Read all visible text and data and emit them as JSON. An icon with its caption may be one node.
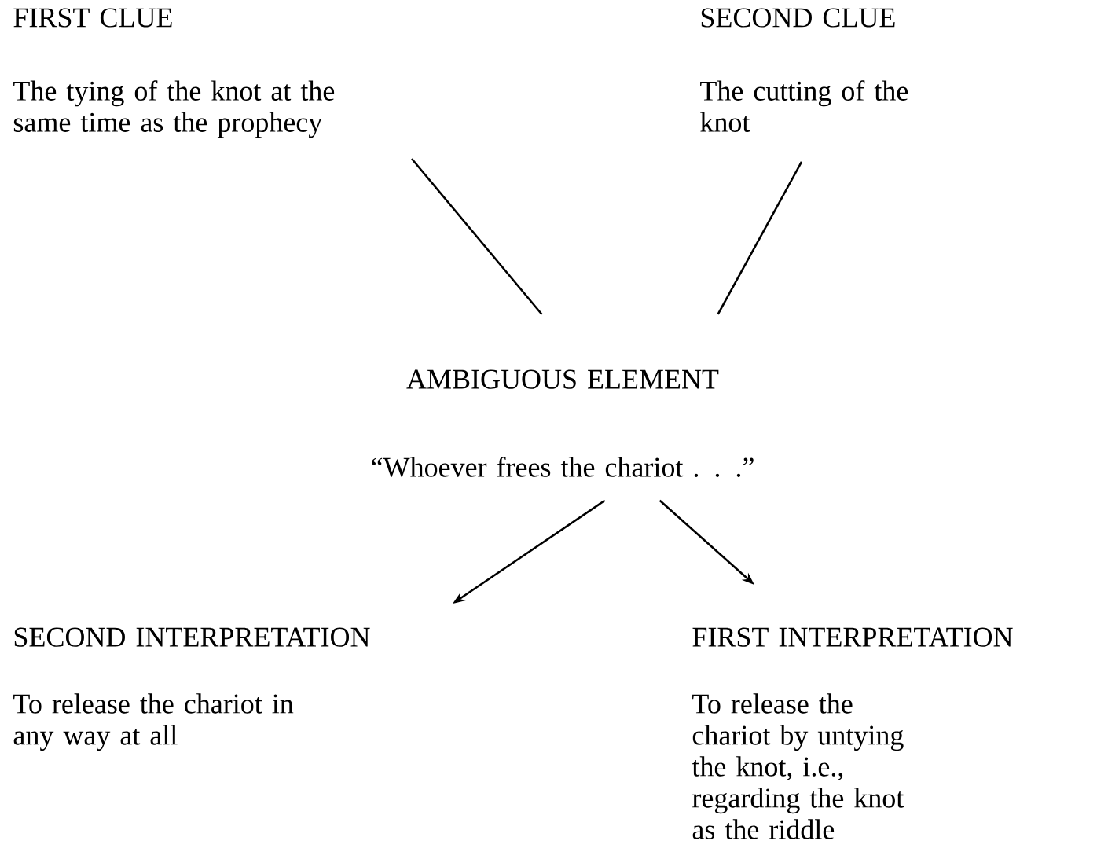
{
  "diagram": {
    "nodes": [
      {
        "text": [
          "FIRST CLUE",
          "The tying of the knot at the same time as the prophecy"
        ]
      },
      {
        "text": [
          "SECOND CLUE",
          "The cutting of the knot"
        ]
      },
      {
        "text": [
          "AMBIGUOUS ELEMENT",
          "“Whoever frees the chariot . . .”"
        ]
      },
      {
        "text": [
          "SECOND INTERPRETATION",
          "To release the chariot in any way at all"
        ]
      },
      {
        "text": [
          "FIRST INTERPRETATION",
          "To release the chariot by untying the knot, i.e., regarding the knot as the riddle"
        ]
      }
    ],
    "edges": [
      {
        "from": 0,
        "to": 2,
        "arrow": "none"
      },
      {
        "from": 1,
        "to": 2,
        "arrow": "none"
      },
      {
        "from": 2,
        "to": 3,
        "arrow": "to"
      },
      {
        "from": 2,
        "to": 4,
        "arrow": "to"
      }
    ]
  }
}
